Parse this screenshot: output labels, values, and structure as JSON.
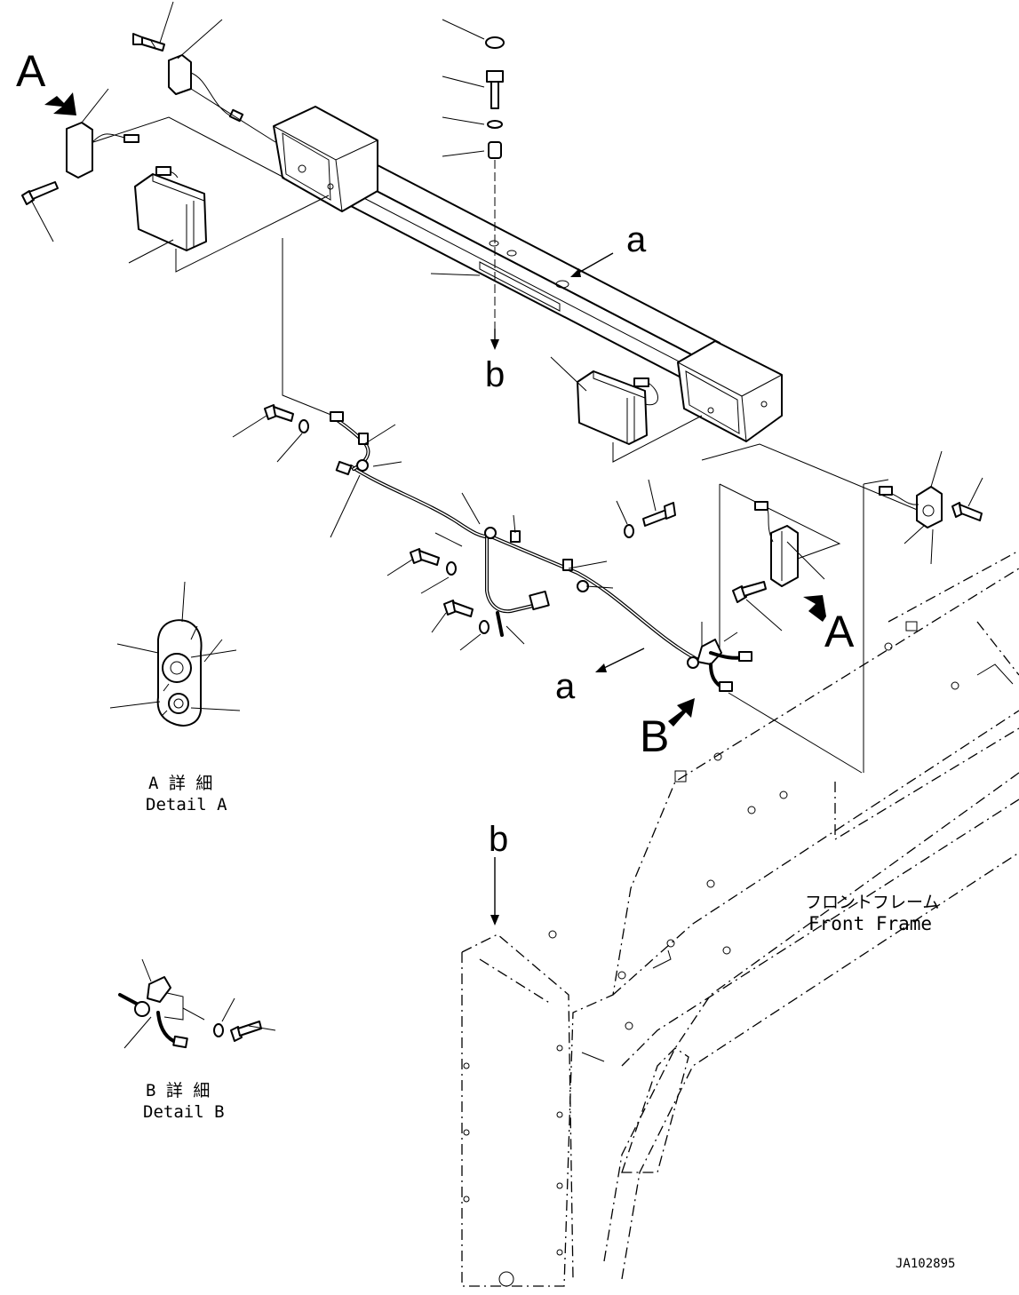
{
  "view_labels": {
    "view_a_top": "A",
    "view_a_right": "A",
    "view_b": "B",
    "ref_a_top": "a",
    "ref_a_bottom": "a",
    "ref_b_top": "b",
    "ref_b_bottom": "b"
  },
  "detail_a": {
    "title_jp": "A 詳 細",
    "title_en": "Detail A"
  },
  "detail_b": {
    "title_jp": "B 詳 細",
    "title_en": "Detail B"
  },
  "front_frame": {
    "label_jp": "フロントフレーム",
    "label_en": "Front Frame"
  },
  "drawing_id": "JA102895"
}
